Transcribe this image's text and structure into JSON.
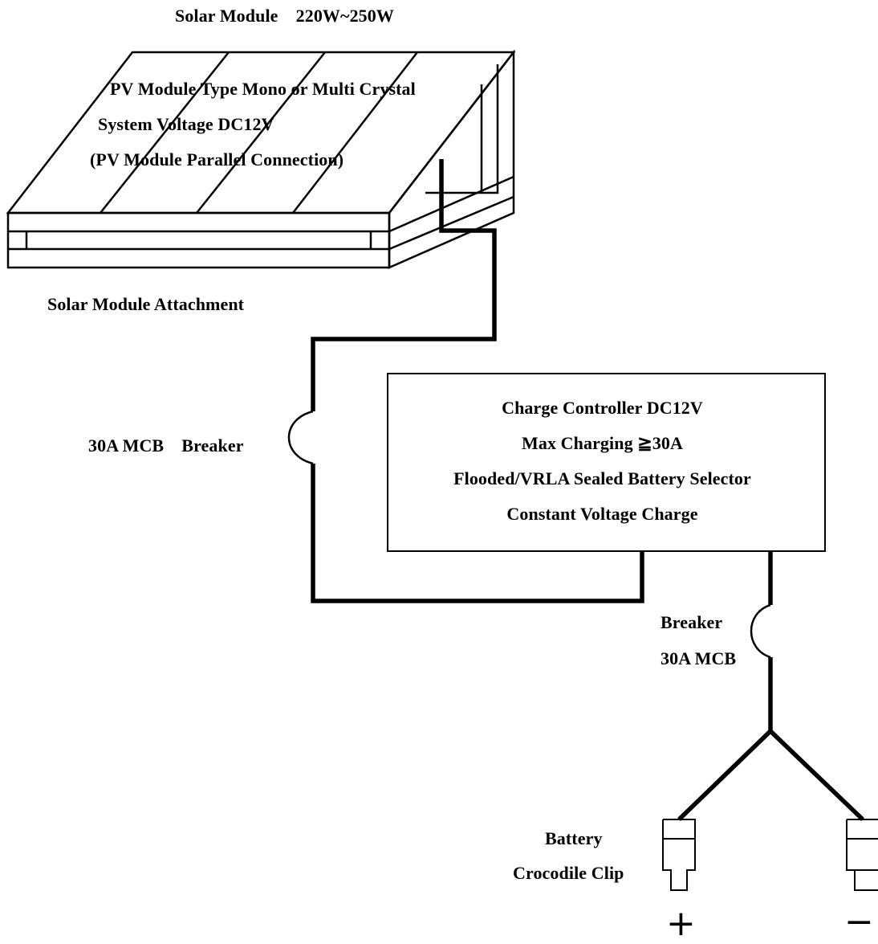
{
  "solar_module": {
    "title": "Solar Module　220W~250W",
    "type_line": "PV Module Type Mono or Multi Crystal",
    "voltage_line": "System Voltage DC12V",
    "connection_line": "(PV Module Parallel Connection)",
    "attachment_label": "Solar Module Attachment"
  },
  "breaker_input": {
    "label": "30A MCB　Breaker"
  },
  "charge_controller": {
    "lines": [
      "Charge Controller DC12V",
      "Max Charging ≧30A",
      "Flooded/VRLA Sealed Battery Selector",
      "Constant Voltage Charge"
    ]
  },
  "breaker_output": {
    "label_top": "Breaker",
    "label_bottom": "30A MCB"
  },
  "battery_clip": {
    "label_top": "Battery",
    "label_bottom": "Crocodile Clip",
    "positive_symbol": "+",
    "negative_symbol": "−"
  }
}
